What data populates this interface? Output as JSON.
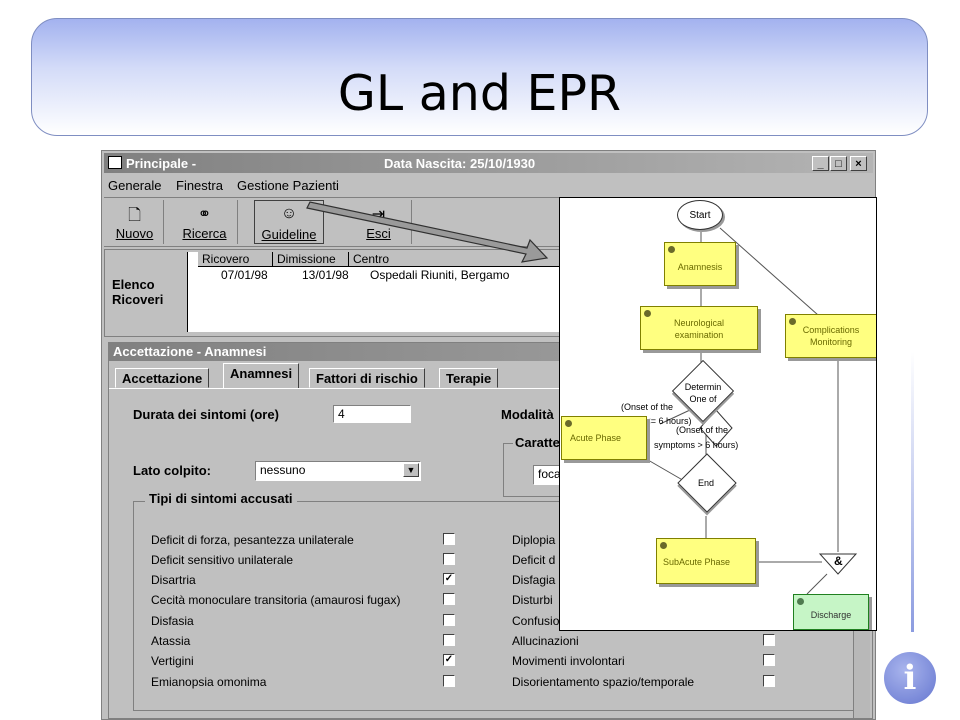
{
  "slide": {
    "title": "GL and EPR"
  },
  "window": {
    "title": "Principale -",
    "birth_date": "Data Nascita: 25/10/1930",
    "buttons": {
      "minimize": "_",
      "maximize": "□",
      "close": "×"
    }
  },
  "menu": [
    "Generale",
    "Finestra",
    "Gestione Pazienti"
  ],
  "toolbar": [
    {
      "label": "Nuovo",
      "icon": "new-document-icon"
    },
    {
      "label": "Ricerca",
      "icon": "binoculars-icon"
    },
    {
      "label": "Guideline",
      "icon": "people-icon"
    },
    {
      "label": "Esci",
      "icon": "exit-icon"
    }
  ],
  "ricoveri": {
    "label_line1": "Elenco",
    "label_line2": "Ricoveri",
    "columns": [
      "Ricovero",
      "Dimissione",
      "Centro"
    ],
    "rows": [
      {
        "ricovero": "07/01/98",
        "dimissione": "13/01/98",
        "centro": "Ospedali Riuniti, Bergamo"
      }
    ]
  },
  "form": {
    "title": "Accettazione - Anamnesi",
    "tabs": [
      "Accettazione",
      "Anamnesi",
      "Fattori di rischio",
      "Terapie"
    ],
    "active_tab": "Anamnesi",
    "durata_label": "Durata dei sintomi (ore)",
    "durata_value": "4",
    "modalita_label": "Modalità",
    "caratte_label": "Caratte",
    "caratte_value": "foca",
    "lato_label": "Lato colpito:",
    "lato_value": "nessuno",
    "group_label": "Tipi di sintomi accusati",
    "symptoms_left": [
      {
        "label": "Deficit di forza, pesantezza unilaterale",
        "checked": false
      },
      {
        "label": "Deficit sensitivo unilaterale",
        "checked": false
      },
      {
        "label": "Disartria",
        "checked": true
      },
      {
        "label": "Cecità monoculare transitoria (amaurosi fugax)",
        "checked": false
      },
      {
        "label": "Disfasia",
        "checked": false
      },
      {
        "label": "Atassia",
        "checked": false
      },
      {
        "label": "Vertigini",
        "checked": true
      },
      {
        "label": "Emianopsia omonima",
        "checked": false
      }
    ],
    "symptoms_right": [
      {
        "label": "Diplopia",
        "checked": false
      },
      {
        "label": "Deficit d",
        "checked": false
      },
      {
        "label": "Disfagia",
        "checked": false
      },
      {
        "label": "Disturbi",
        "checked": false
      },
      {
        "label": "Confusio",
        "checked": false
      },
      {
        "label": "Allucinazioni",
        "checked": false
      },
      {
        "label": "Movimenti involontari",
        "checked": false
      },
      {
        "label": "Disorientamento spazio/temporale",
        "checked": false
      }
    ],
    "check_mark": "✓"
  },
  "flowchart": {
    "start": "Start",
    "anamnesis": "Anamnesis",
    "neuro_line1": "Neurological",
    "neuro_line2": "examination",
    "complications_line1": "Complications",
    "complications_line2": "Monitoring",
    "determine_line1": "Determin",
    "determine_line2": "One of",
    "cond1_line1": "(Onset of the",
    "cond1_line2": "symptoms <= 6 hours)",
    "cond2_line1": "(Onset of the",
    "cond2_line2": "symptoms > 6 hours)",
    "acute": "Acute Phase",
    "end": "End",
    "subacute": "SubAcute Phase",
    "and_symbol": "&",
    "discharge": "Discharge"
  },
  "colors": {
    "node_fill": "#ffff80",
    "discharge_fill": "#c6f5c6",
    "title_band": "#a3b2ef",
    "logo": "#4b5fc8"
  }
}
